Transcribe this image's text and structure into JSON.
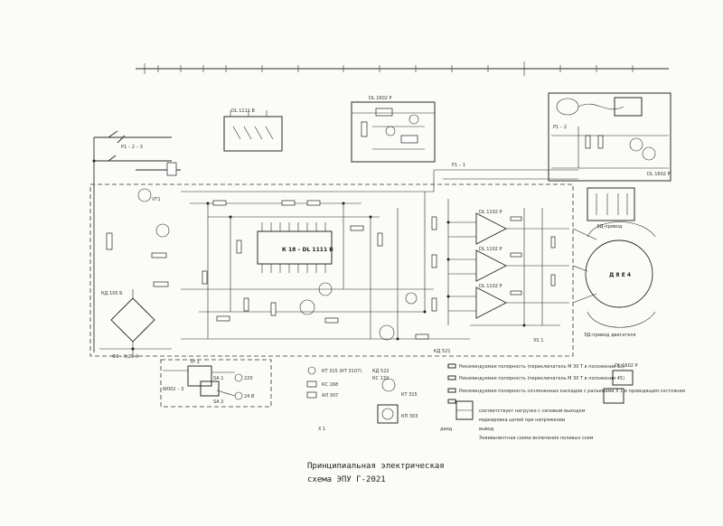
{
  "title": {
    "line1": "Принципиальная электрическая",
    "line2": "схема ЭПУ Г-2021"
  },
  "chips": {
    "main_ic": "К 18 – DL 1111 В",
    "ic_left": "DL 1111 В",
    "ic_mid": "DL 1602 P",
    "op_amp_1": "DL 1102 P",
    "op_amp_2": "DL 1102 P",
    "op_amp_3": "DL 1102 P",
    "motor": "Д 8 Е 4",
    "motor_drive_label": "ЭД-привод двигателя",
    "optron_label": "ЭД-привод",
    "hall_label": "DL 1602 P"
  },
  "labels": {
    "relay_1": "Р1 – 2 – 3",
    "relay_2": "Р1 – 1",
    "relay_3": "Р1 – 2",
    "vt_main": "VT1",
    "bridge": "КД 105 Б",
    "fuse": "Ф1 – 0,25 А",
    "transformer": "ТР 1",
    "block": "W002 – 3",
    "sw": "SA 1",
    "sw2": "SA 2",
    "lamp1": "220",
    "lamp2": "24 В",
    "conn": "XS 1",
    "connector": "X 1",
    "bottom_d": "КД 521"
  },
  "legend": {
    "item1": "КТ 315 (КТ 3107)",
    "item2": "КС 168",
    "item3": "АЛ 307",
    "item4": "КД 522",
    "item5": "КС 133",
    "note1": "Рекомендуемая полярность (переключатель M 30 Т в положении 33)",
    "note2": "Рекомендуемая полярность (переключатель M 30 Т в положении 45)",
    "note3": "Рекомендуемая полярность сочлененных каскадов с разъемами X 1 в проводящем состоянии",
    "note4": "соответствует нагрузке с силовым выходом",
    "note5": "маркировка цепей при напряжении",
    "note6": "вывод",
    "note7": "Эквивалентная схема включения полевых схем",
    "diode_label": "диод",
    "ic_inset": "DL 1602 P",
    "transistor": "КТ 315",
    "transistor2": "КП 303"
  }
}
